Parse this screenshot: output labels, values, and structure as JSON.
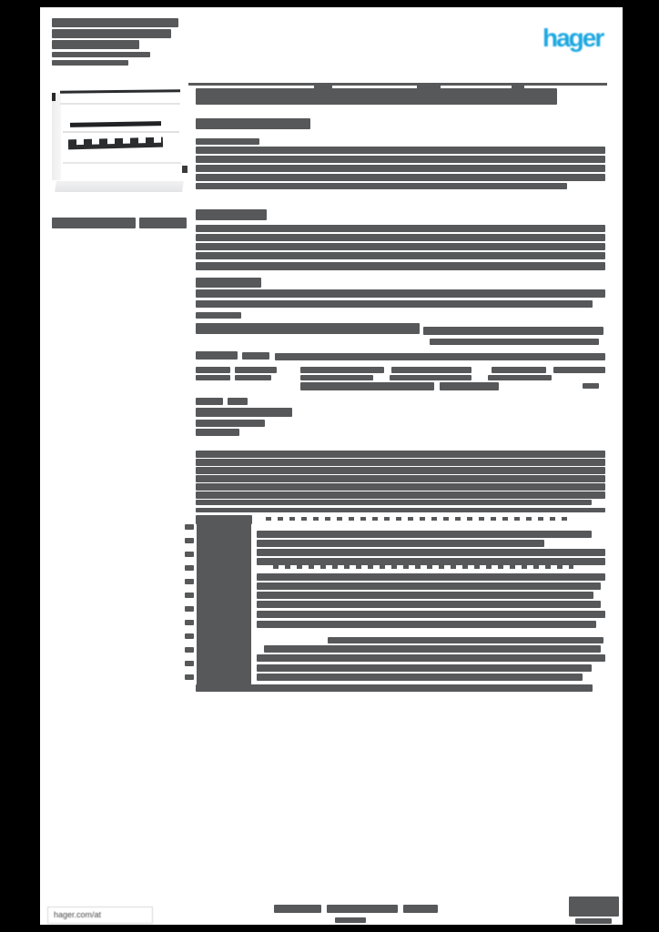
{
  "colors": {
    "accent_blue": "#1ca7e0",
    "bar_gray": "#57585a",
    "page_white": "#ffffff",
    "frame_black": "#000000"
  },
  "header": {
    "logo_text": "hager"
  },
  "footer": {
    "website_label": "hager.com/at"
  },
  "icons": {
    "product_photo": "trunking-product-photo",
    "brand_logo": "hager-logo"
  },
  "redacted_bars": [
    [
      57,
      20,
      139,
      10
    ],
    [
      182,
      20,
      13,
      7
    ],
    [
      57,
      32,
      131,
      10
    ],
    [
      57,
      44,
      96,
      10
    ],
    [
      57,
      57,
      108,
      6
    ],
    [
      57,
      66,
      84,
      6
    ],
    [
      57,
      239,
      92,
      12
    ],
    [
      153,
      239,
      52,
      12
    ],
    [
      215,
      97,
      397,
      18
    ],
    [
      345,
      91,
      20,
      7
    ],
    [
      458,
      91,
      26,
      7
    ],
    [
      562,
      91,
      14,
      7
    ],
    [
      215,
      130,
      126,
      12
    ],
    [
      215,
      152,
      70,
      7
    ],
    [
      215,
      161,
      450,
      8
    ],
    [
      215,
      171,
      450,
      8
    ],
    [
      215,
      181,
      450,
      8
    ],
    [
      215,
      191,
      450,
      8
    ],
    [
      215,
      201,
      408,
      7
    ],
    [
      215,
      230,
      78,
      12
    ],
    [
      215,
      247,
      450,
      8
    ],
    [
      215,
      257,
      450,
      8
    ],
    [
      215,
      267,
      450,
      8
    ],
    [
      215,
      277,
      450,
      8
    ],
    [
      215,
      288,
      450,
      9
    ],
    [
      215,
      305,
      72,
      11
    ],
    [
      215,
      318,
      450,
      9
    ],
    [
      215,
      330,
      436,
      8
    ],
    [
      215,
      343,
      50,
      7
    ],
    [
      215,
      355,
      246,
      12
    ],
    [
      465,
      359,
      198,
      9
    ],
    [
      472,
      372,
      186,
      7
    ],
    [
      215,
      386,
      46,
      9
    ],
    [
      266,
      387,
      30,
      8
    ],
    [
      302,
      388,
      363,
      8
    ],
    [
      215,
      403,
      38,
      7
    ],
    [
      258,
      403,
      46,
      7
    ],
    [
      330,
      403,
      92,
      7
    ],
    [
      430,
      403,
      88,
      7
    ],
    [
      540,
      403,
      60,
      7
    ],
    [
      608,
      403,
      57,
      7
    ],
    [
      215,
      412,
      38,
      6
    ],
    [
      258,
      412,
      40,
      6
    ],
    [
      330,
      412,
      80,
      6
    ],
    [
      428,
      412,
      90,
      6
    ],
    [
      536,
      412,
      70,
      6
    ],
    [
      330,
      420,
      147,
      9
    ],
    [
      483,
      420,
      65,
      9
    ],
    [
      640,
      421,
      18,
      6
    ],
    [
      215,
      437,
      30,
      8
    ],
    [
      250,
      437,
      22,
      8
    ],
    [
      215,
      448,
      106,
      10
    ],
    [
      215,
      461,
      76,
      8
    ],
    [
      215,
      471,
      48,
      8
    ],
    [
      215,
      495,
      450,
      8
    ],
    [
      215,
      504,
      450,
      8
    ],
    [
      215,
      513,
      450,
      8
    ],
    [
      215,
      522,
      450,
      8
    ],
    [
      215,
      531,
      450,
      8
    ],
    [
      215,
      540,
      450,
      8
    ],
    [
      215,
      549,
      435,
      6
    ],
    [
      215,
      558,
      450,
      5
    ],
    [
      215,
      566,
      62,
      10
    ],
    [
      203,
      576,
      10,
      6
    ],
    [
      203,
      591,
      10,
      6
    ],
    [
      203,
      606,
      10,
      6
    ],
    [
      203,
      621,
      10,
      6
    ],
    [
      203,
      636,
      10,
      6
    ],
    [
      203,
      651,
      10,
      6
    ],
    [
      203,
      666,
      10,
      6
    ],
    [
      203,
      681,
      10,
      6
    ],
    [
      203,
      696,
      10,
      6
    ],
    [
      203,
      711,
      10,
      6
    ],
    [
      203,
      726,
      10,
      6
    ],
    [
      203,
      741,
      10,
      6
    ],
    [
      282,
      583,
      368,
      8
    ],
    [
      282,
      593,
      316,
      8
    ],
    [
      282,
      603,
      383,
      8
    ],
    [
      282,
      613,
      383,
      8
    ],
    [
      282,
      630,
      383,
      8
    ],
    [
      282,
      640,
      378,
      8
    ],
    [
      282,
      650,
      370,
      8
    ],
    [
      282,
      660,
      378,
      8
    ],
    [
      282,
      671,
      383,
      8
    ],
    [
      282,
      682,
      373,
      8
    ],
    [
      360,
      700,
      303,
      7
    ],
    [
      290,
      709,
      370,
      8
    ],
    [
      282,
      719,
      383,
      8
    ],
    [
      282,
      730,
      368,
      8
    ],
    [
      282,
      740,
      358,
      8
    ],
    [
      215,
      752,
      436,
      8
    ],
    [
      301,
      994,
      52,
      9
    ],
    [
      359,
      994,
      78,
      9
    ],
    [
      443,
      994,
      38,
      9
    ],
    [
      368,
      1008,
      34,
      6
    ],
    [
      625,
      985,
      55,
      22
    ],
    [
      632,
      1009,
      40,
      6
    ]
  ],
  "dashed_bars": [
    [
      292,
      568,
      338,
      4
    ],
    [
      300,
      621,
      330,
      4
    ]
  ],
  "solid_blocks": [
    [
      216,
      568,
      60,
      184
    ]
  ]
}
